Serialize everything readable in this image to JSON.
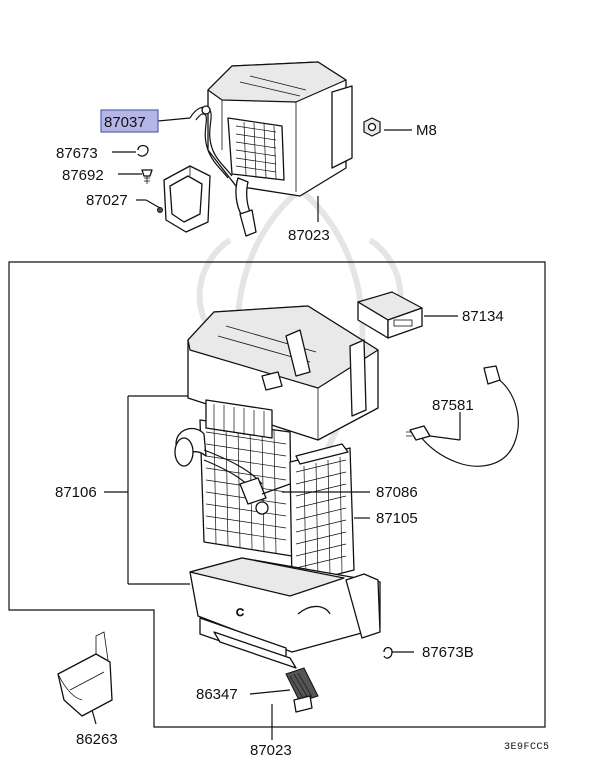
{
  "part_labels": {
    "p87037": "87037",
    "p87673": "87673",
    "p87692": "87692",
    "p87027": "87027",
    "p87023_top": "87023",
    "m8": "M8",
    "p87134": "87134",
    "p87581": "87581",
    "p87106": "87106",
    "p87086": "87086",
    "p87105": "87105",
    "p87673b": "87673B",
    "p86347": "86347",
    "p86263": "86263",
    "p87023_bottom": "87023"
  },
  "diagram_code": "3E9FCC5",
  "colors": {
    "highlight_fill": "#b4b6e6",
    "highlight_border": "#5a5fb0",
    "line": "#111111"
  }
}
